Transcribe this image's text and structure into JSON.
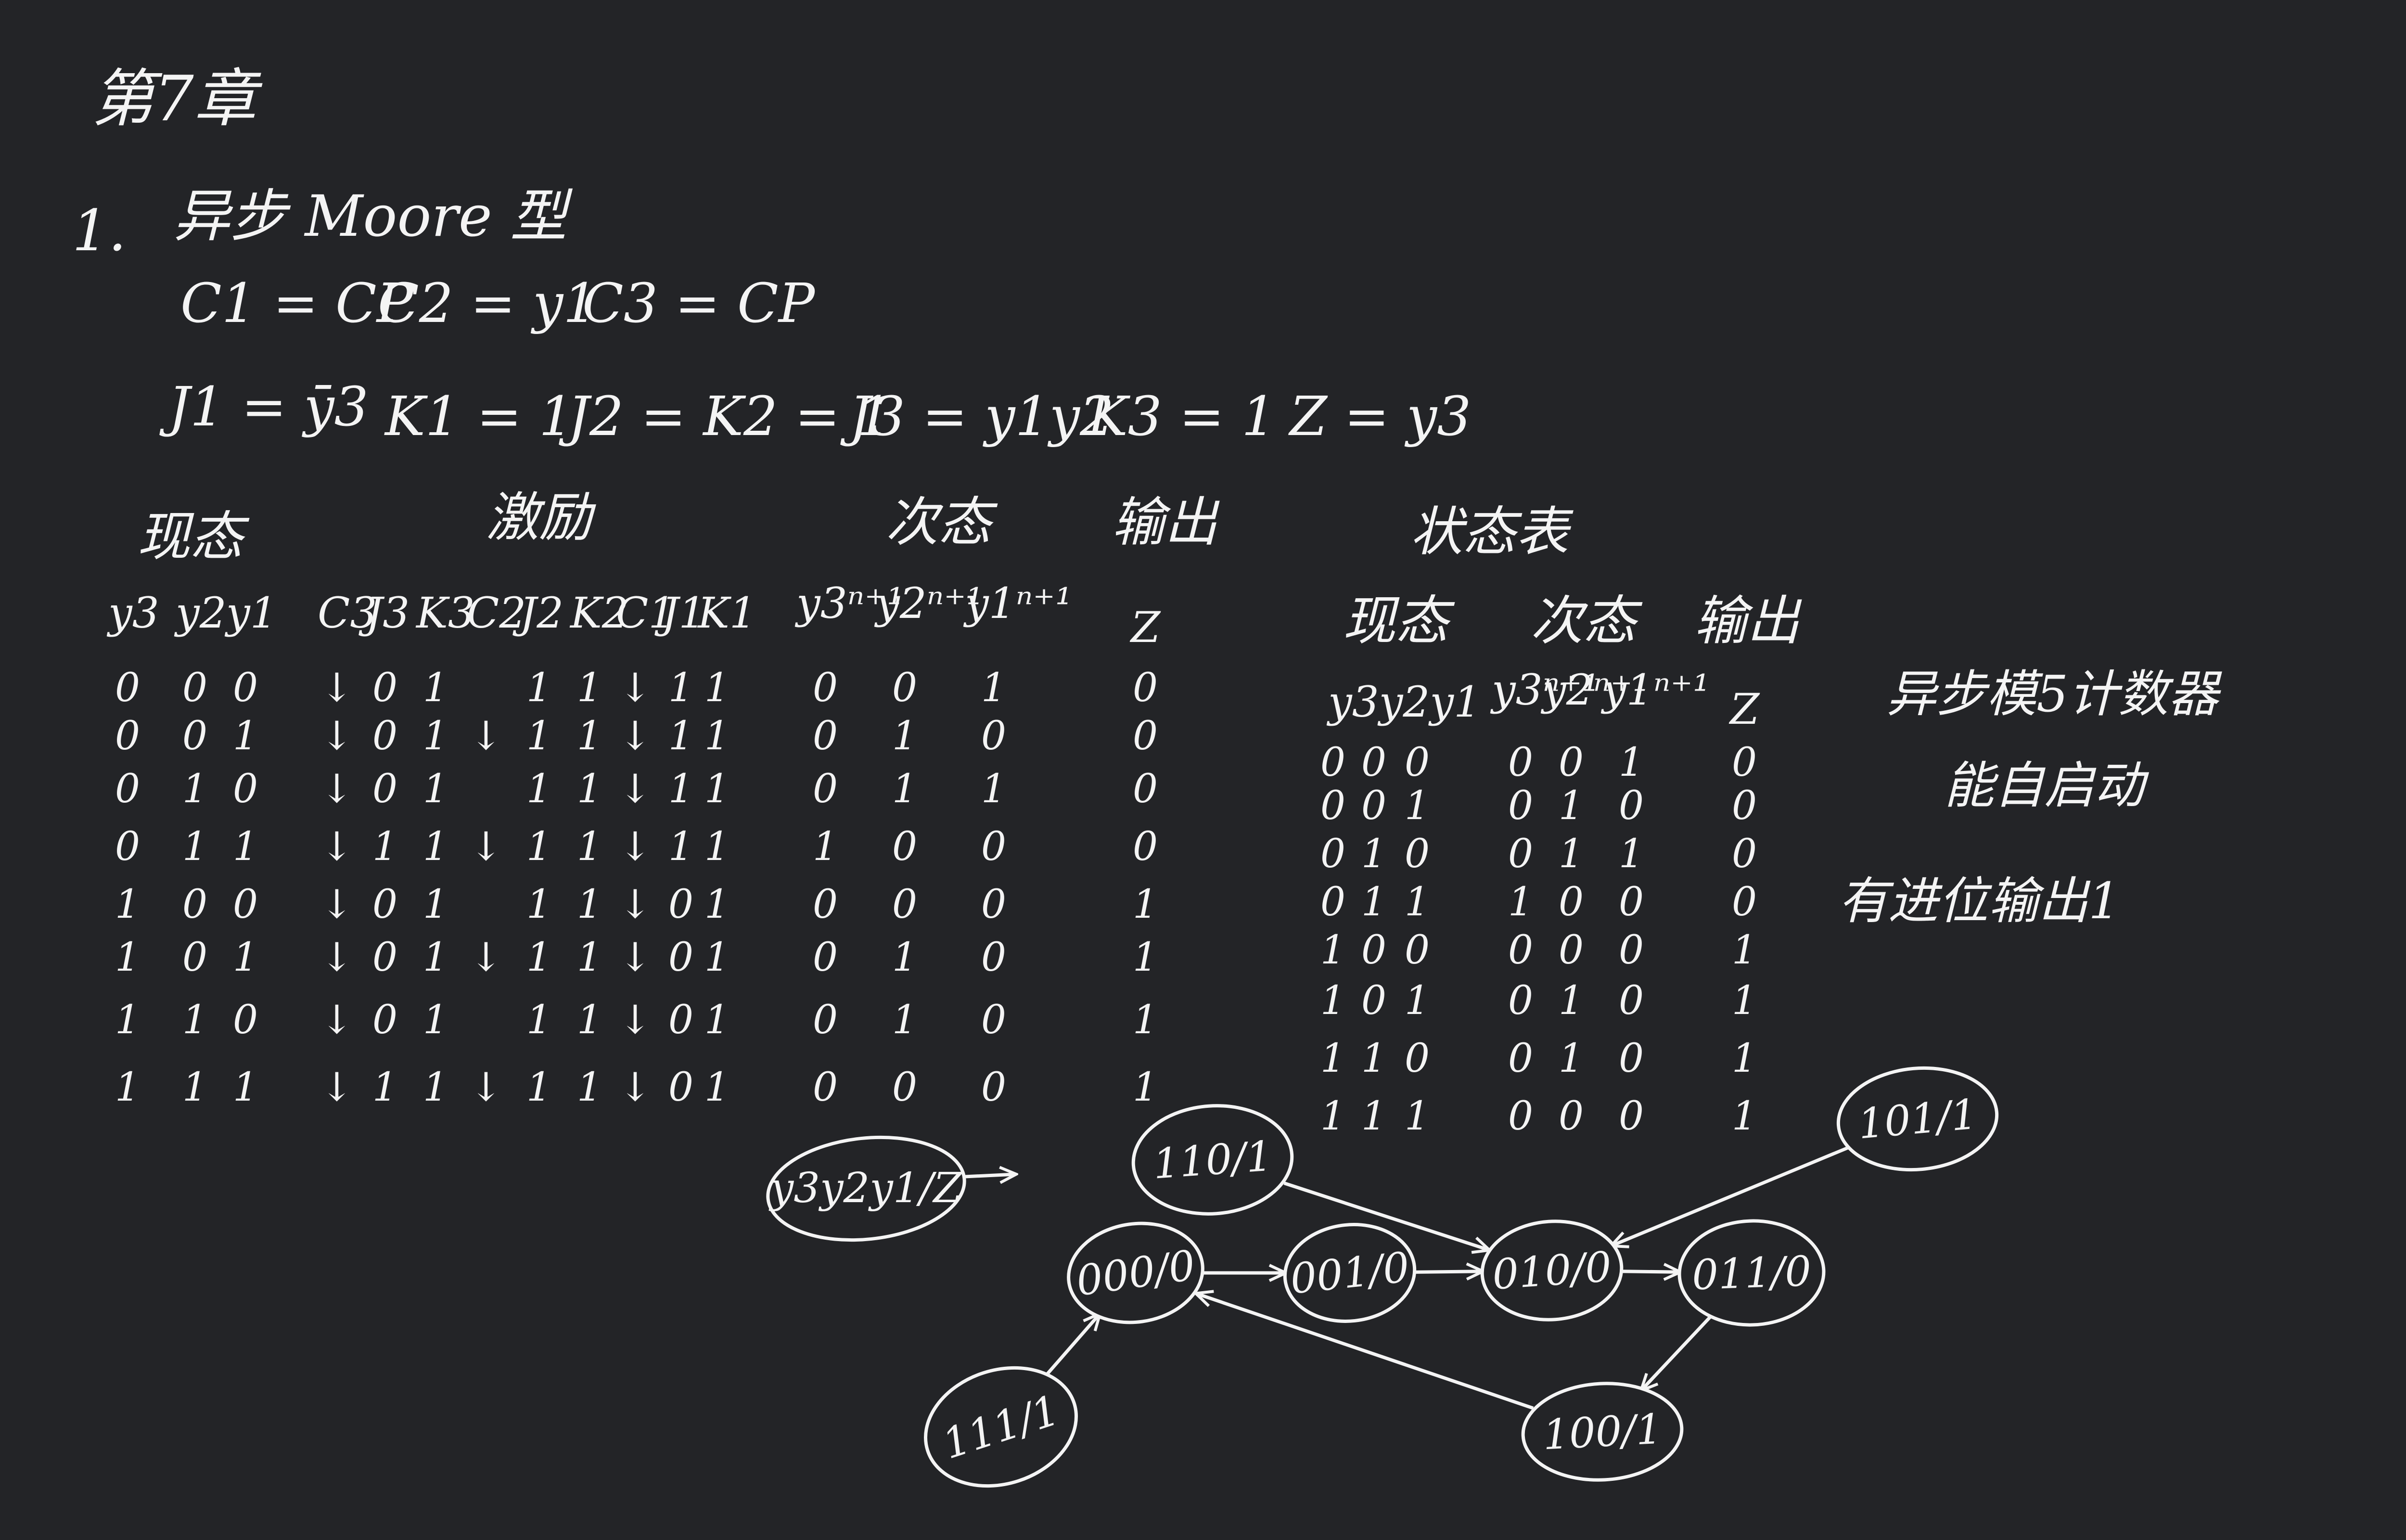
{
  "chapter_title": "第7章",
  "problem": {
    "number": "1.",
    "type": "异步 Moore 型",
    "clocks": {
      "c1": "C1 = CP",
      "c2": "C2 = y1",
      "c3": "C3 = CP"
    },
    "equations": {
      "j1": "J1 = ȳ3",
      "k1": "K1 = 1",
      "j2k2": "J2 = K2 = 1",
      "j3": "J3 = y1y2",
      "k3": "K3 = 1",
      "z": "Z = y3"
    }
  },
  "excitation_table": {
    "group_headers": {
      "present": "现态",
      "excitation": "激励",
      "next": "次态",
      "output": "输出"
    },
    "columns": {
      "present": [
        "y3",
        "y2",
        "y1"
      ],
      "excitation": [
        "C3",
        "J3",
        "K3",
        "C2",
        "J2",
        "K2",
        "C1",
        "J1",
        "K1"
      ],
      "next": [
        "y3ⁿ⁺¹",
        "y2ⁿ⁺¹",
        "y1ⁿ⁺¹"
      ],
      "output": [
        "Z"
      ]
    },
    "rows": [
      {
        "present": [
          "0",
          "0",
          "0"
        ],
        "excitation": [
          "↓",
          "0",
          "1",
          "",
          "1",
          "1",
          "↓",
          "1",
          "1"
        ],
        "next": [
          "0",
          "0",
          "1"
        ],
        "z": "0"
      },
      {
        "present": [
          "0",
          "0",
          "1"
        ],
        "excitation": [
          "↓",
          "0",
          "1",
          "↓",
          "1",
          "1",
          "↓",
          "1",
          "1"
        ],
        "next": [
          "0",
          "1",
          "0"
        ],
        "z": "0"
      },
      {
        "present": [
          "0",
          "1",
          "0"
        ],
        "excitation": [
          "↓",
          "0",
          "1",
          "",
          "1",
          "1",
          "↓",
          "1",
          "1"
        ],
        "next": [
          "0",
          "1",
          "1"
        ],
        "z": "0"
      },
      {
        "present": [
          "0",
          "1",
          "1"
        ],
        "excitation": [
          "↓",
          "1",
          "1",
          "↓",
          "1",
          "1",
          "↓",
          "1",
          "1"
        ],
        "next": [
          "1",
          "0",
          "0"
        ],
        "z": "0"
      },
      {
        "present": [
          "1",
          "0",
          "0"
        ],
        "excitation": [
          "↓",
          "0",
          "1",
          "",
          "1",
          "1",
          "↓",
          "0",
          "1"
        ],
        "next": [
          "0",
          "0",
          "0"
        ],
        "z": "1"
      },
      {
        "present": [
          "1",
          "0",
          "1"
        ],
        "excitation": [
          "↓",
          "0",
          "1",
          "↓",
          "1",
          "1",
          "↓",
          "0",
          "1"
        ],
        "next": [
          "0",
          "1",
          "0"
        ],
        "z": "1"
      },
      {
        "present": [
          "1",
          "1",
          "0"
        ],
        "excitation": [
          "↓",
          "0",
          "1",
          "",
          "1",
          "1",
          "↓",
          "0",
          "1"
        ],
        "next": [
          "0",
          "1",
          "0"
        ],
        "z": "1"
      },
      {
        "present": [
          "1",
          "1",
          "1"
        ],
        "excitation": [
          "↓",
          "1",
          "1",
          "↓",
          "1",
          "1",
          "↓",
          "0",
          "1"
        ],
        "next": [
          "0",
          "0",
          "0"
        ],
        "z": "1"
      }
    ]
  },
  "state_table": {
    "title": "状态表",
    "group_headers": {
      "present": "现态",
      "next": "次态",
      "output": "输出"
    },
    "columns": {
      "present": "y3y2y1",
      "next": [
        "y3ⁿ⁺¹",
        "y2ⁿ⁺¹",
        "y1ⁿ⁺¹"
      ],
      "output": "Z"
    },
    "rows": [
      {
        "present": [
          "0",
          "0",
          "0"
        ],
        "next": [
          "0",
          "0",
          "1"
        ],
        "z": "0"
      },
      {
        "present": [
          "0",
          "0",
          "1"
        ],
        "next": [
          "0",
          "1",
          "0"
        ],
        "z": "0"
      },
      {
        "present": [
          "0",
          "1",
          "0"
        ],
        "next": [
          "0",
          "1",
          "1"
        ],
        "z": "0"
      },
      {
        "present": [
          "0",
          "1",
          "1"
        ],
        "next": [
          "1",
          "0",
          "0"
        ],
        "z": "0"
      },
      {
        "present": [
          "1",
          "0",
          "0"
        ],
        "next": [
          "0",
          "0",
          "0"
        ],
        "z": "1"
      },
      {
        "present": [
          "1",
          "0",
          "1"
        ],
        "next": [
          "0",
          "1",
          "0"
        ],
        "z": "1"
      },
      {
        "present": [
          "1",
          "1",
          "0"
        ],
        "next": [
          "0",
          "1",
          "0"
        ],
        "z": "1"
      },
      {
        "present": [
          "1",
          "1",
          "1"
        ],
        "next": [
          "0",
          "0",
          "0"
        ],
        "z": "1"
      }
    ]
  },
  "notes": {
    "counter": "异步模5计数器",
    "self_start": "能自启动",
    "carry": "有进位输出1"
  },
  "state_diagram": {
    "legend": "y3y2y1/Z",
    "nodes": {
      "s000": "000/0",
      "s001": "001/0",
      "s010": "010/0",
      "s011": "011/0",
      "s100": "100/1",
      "s101": "101/1",
      "s110": "110/1",
      "s111": "111/1"
    },
    "transitions": [
      [
        "000/0",
        "001/0"
      ],
      [
        "001/0",
        "010/0"
      ],
      [
        "010/0",
        "011/0"
      ],
      [
        "011/0",
        "100/1"
      ],
      [
        "100/1",
        "000/0"
      ],
      [
        "101/1",
        "010/0"
      ],
      [
        "110/1",
        "010/0"
      ],
      [
        "111/1",
        "000/0"
      ]
    ]
  },
  "colors": {
    "background": "#232427",
    "ink": "#f4f4f4"
  }
}
